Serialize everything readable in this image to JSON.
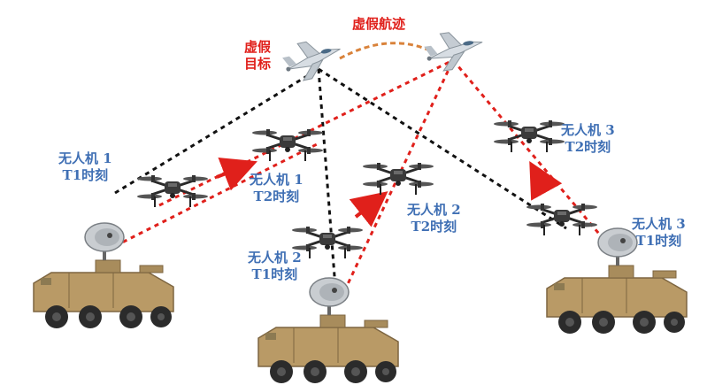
{
  "colors": {
    "red_link": "#e0201b",
    "black_link": "#111111",
    "label_blue": "#3f6fb4",
    "label_red": "#e0201b",
    "arc": "#d9823a",
    "vehicle": "#b99a66"
  },
  "labels": {
    "fake_target_line1": "虚假",
    "fake_target_line2": "目标",
    "fake_track": "虚假航迹",
    "uav1_t1_line1": "无人机 1",
    "uav1_t1_line2": "T1时刻",
    "uav1_t2_line1": "无人机 1",
    "uav1_t2_line2": "T2时刻",
    "uav2_t1_line1": "无人机 2",
    "uav2_t1_line2": "T1时刻",
    "uav2_t2_line1": "无人机 2",
    "uav2_t2_line2": "T2时刻",
    "uav3_t1_line1": "无人机 3",
    "uav3_t1_line2": "T1时刻",
    "uav3_t2_line1": "无人机 3",
    "uav3_t2_line2": "T2时刻"
  },
  "icons": [
    "fighter-jet-icon",
    "quadcopter-drone-icon",
    "armored-vehicle-radar-icon",
    "move-arrow-icon"
  ]
}
